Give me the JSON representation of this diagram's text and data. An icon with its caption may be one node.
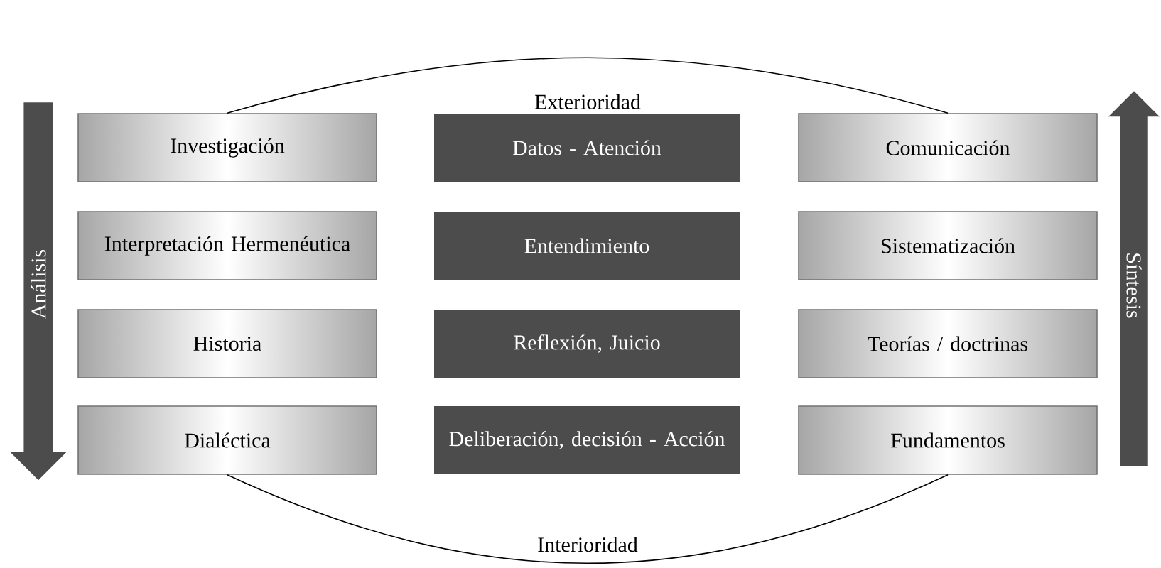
{
  "diagram": {
    "nodes": [
      {
        "text": [
          "Análisis"
        ]
      },
      {
        "text": [
          "Investigación"
        ]
      },
      {
        "text": [
          "Datos - Atención"
        ]
      },
      {
        "text": [
          "Comunicación"
        ]
      },
      {
        "text": [
          "Interpretación Hermenéutica"
        ]
      },
      {
        "text": [
          "Entendimiento"
        ]
      },
      {
        "text": [
          "Sistematización"
        ]
      },
      {
        "text": [
          "Historia"
        ]
      },
      {
        "text": [
          "Reflexión, Juicio"
        ]
      },
      {
        "text": [
          "Teorías / doctrinas"
        ]
      },
      {
        "text": [
          "Dialéctica"
        ]
      },
      {
        "text": [
          "Deliberación, decisión - Acción"
        ]
      },
      {
        "text": [
          "Fundamentos"
        ]
      },
      {
        "text": [
          "Síntesis"
        ]
      }
    ],
    "edges": [
      {
        "from": 1,
        "to": 3,
        "arrow": "none",
        "label": "Exterioridad"
      },
      {
        "from": 10,
        "to": 12,
        "arrow": "none",
        "label": "Interioridad"
      }
    ]
  }
}
